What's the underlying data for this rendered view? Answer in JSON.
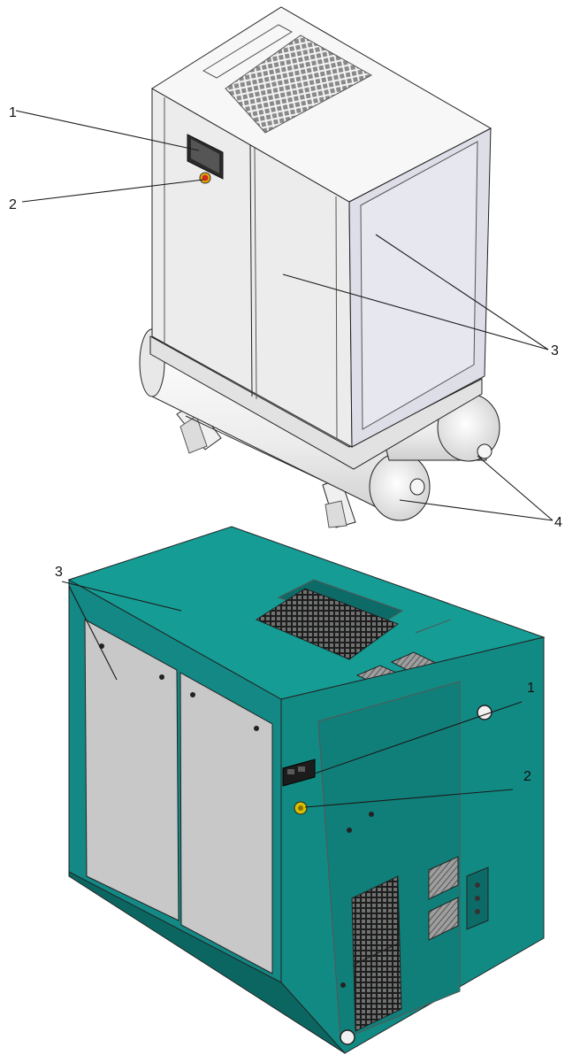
{
  "figure_top": {
    "callouts": [
      {
        "id": "1",
        "label": "1"
      },
      {
        "id": "2",
        "label": "2"
      },
      {
        "id": "3",
        "label": "3"
      },
      {
        "id": "4",
        "label": "4"
      }
    ]
  },
  "figure_bottom": {
    "callouts": [
      {
        "id": "1",
        "label": "1"
      },
      {
        "id": "2",
        "label": "2"
      },
      {
        "id": "3",
        "label": "3"
      }
    ]
  },
  "colors": {
    "teal_body": "#138884",
    "teal_dark": "#0b6661",
    "panel_grey": "#c8c8c8",
    "cabinet_light": "#ededed"
  }
}
